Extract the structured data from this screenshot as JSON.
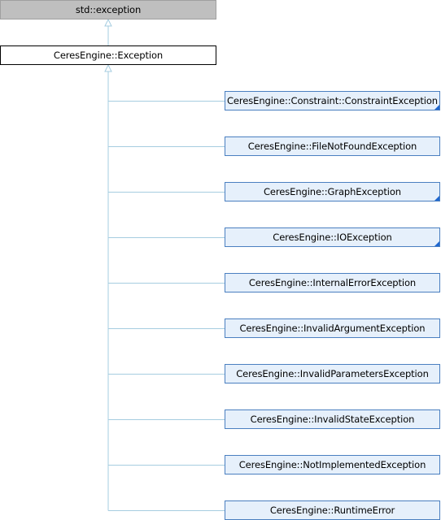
{
  "diagram": {
    "root": {
      "label": "std::exception"
    },
    "current": {
      "label": "CeresEngine::Exception"
    },
    "children": [
      {
        "label": "CeresEngine::Constraint::ConstraintException",
        "has_more": true
      },
      {
        "label": "CeresEngine::FileNotFoundException",
        "has_more": false
      },
      {
        "label": "CeresEngine::GraphException",
        "has_more": true
      },
      {
        "label": "CeresEngine::IOException",
        "has_more": true
      },
      {
        "label": "CeresEngine::InternalErrorException",
        "has_more": false
      },
      {
        "label": "CeresEngine::InvalidArgumentException",
        "has_more": false
      },
      {
        "label": "CeresEngine::InvalidParametersException",
        "has_more": false
      },
      {
        "label": "CeresEngine::InvalidStateException",
        "has_more": false
      },
      {
        "label": "CeresEngine::NotImplementedException",
        "has_more": false
      },
      {
        "label": "CeresEngine::RuntimeError",
        "has_more": false
      }
    ],
    "edge_color": "#a6cde0"
  }
}
